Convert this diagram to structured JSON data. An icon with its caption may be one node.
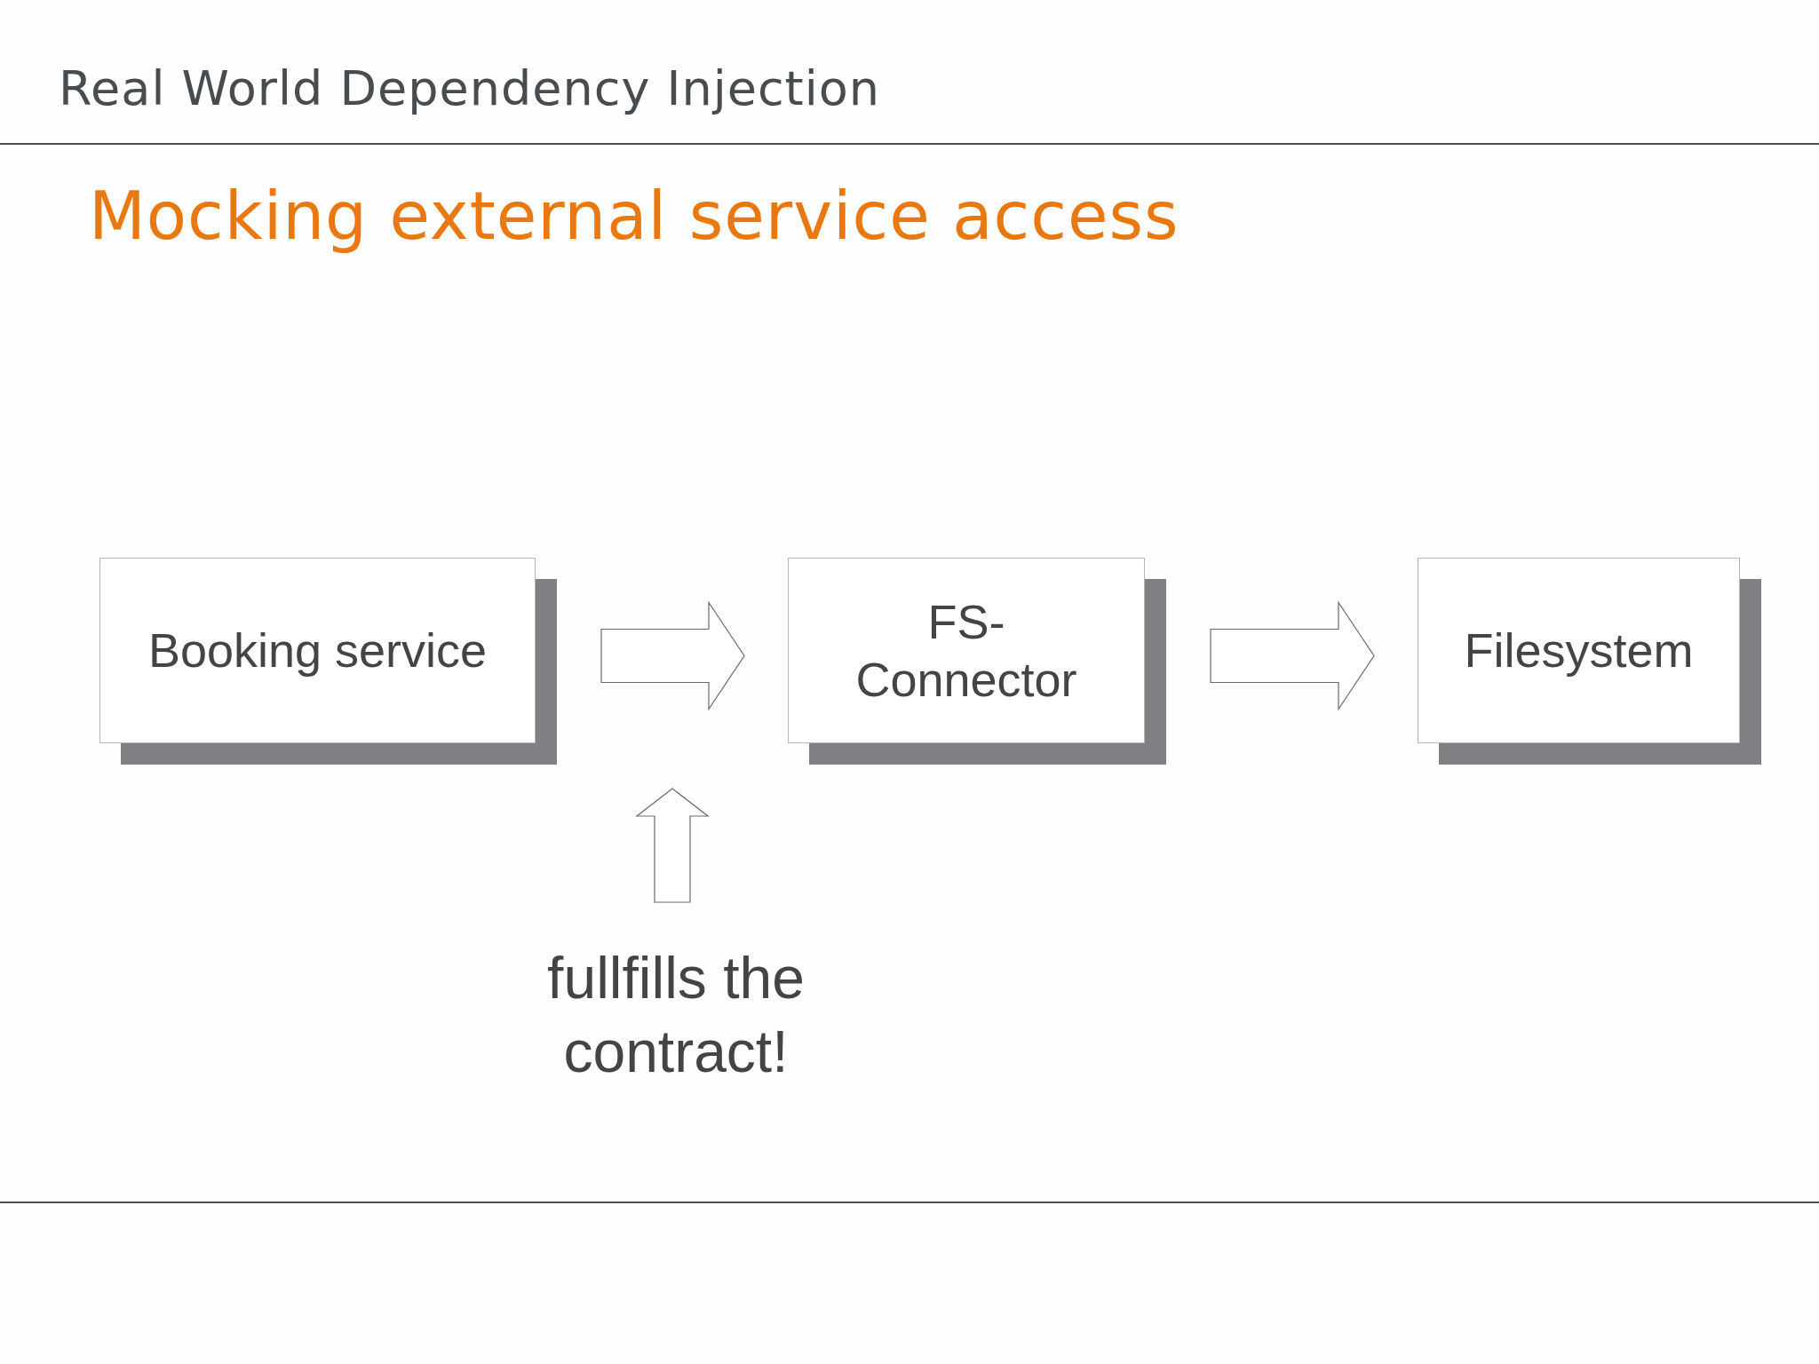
{
  "diagram": {
    "title": "Mocking external service access",
    "nodes": [
      {
        "text": [
          "Booking service"
        ]
      },
      {
        "text": [
          "FS-Connector"
        ]
      },
      {
        "text": [
          "Filesystem"
        ]
      },
      {
        "text": [
          "fullfills the contract!"
        ]
      }
    ],
    "edges": [
      {
        "from": 0,
        "to": 1,
        "arrow": "to"
      },
      {
        "from": 1,
        "to": 2,
        "arrow": "to"
      },
      {
        "from": 3,
        "to": null,
        "arrow": "to"
      }
    ],
    "labels": [
      "Real World Dependency Injection"
    ]
  }
}
